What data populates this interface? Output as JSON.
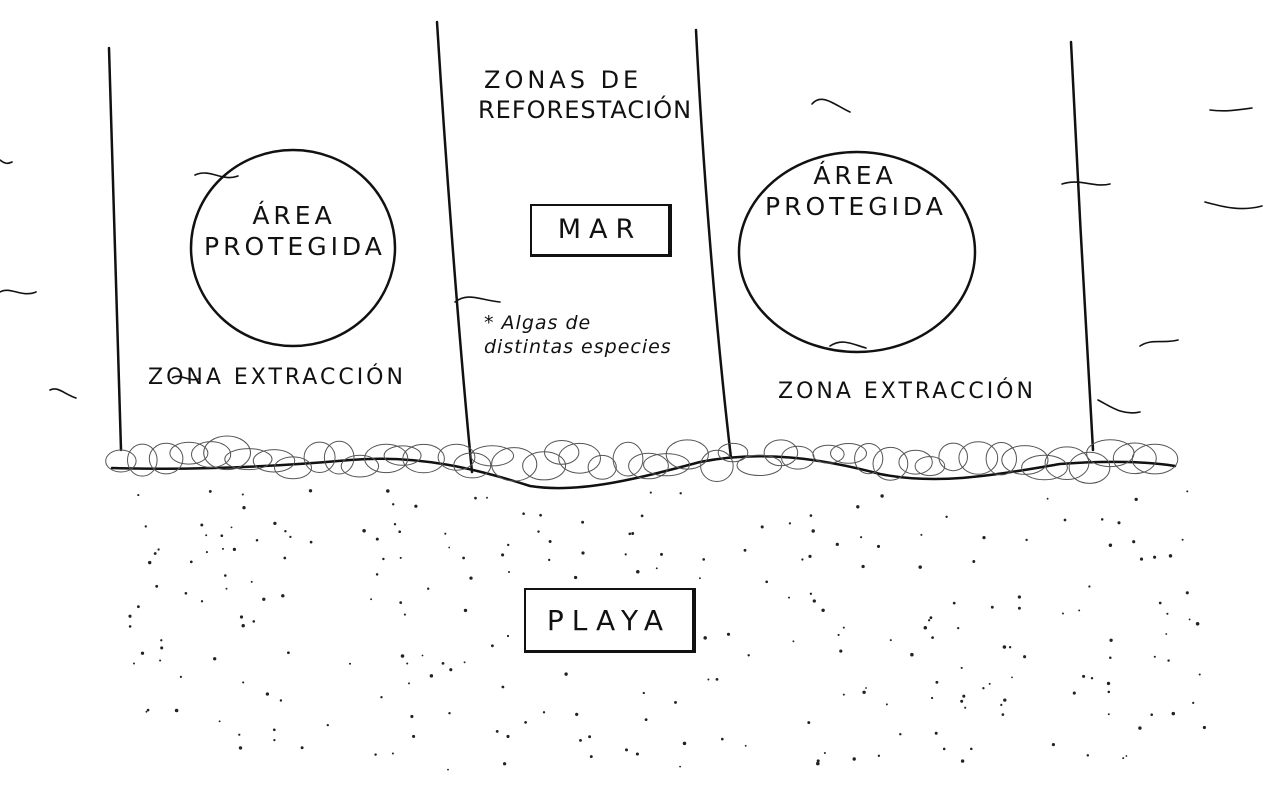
{
  "labels": {
    "left_protected": [
      "ÁREA",
      "PROTEGIDA"
    ],
    "right_protected": [
      "ÁREA",
      "PROTEGIDA"
    ],
    "reforestation": [
      "ZONAS DE",
      "REFORESTACIÓN"
    ],
    "sea": "MAR",
    "algae_note": [
      "* Algas de",
      "distintas especies"
    ],
    "left_extraction": "ZONA EXTRACCIÓN",
    "right_extraction": "ZONA EXTRACCIÓN",
    "beach": "PLAYA"
  },
  "colors": {
    "ink": "#111111",
    "paper": "#ffffff"
  }
}
